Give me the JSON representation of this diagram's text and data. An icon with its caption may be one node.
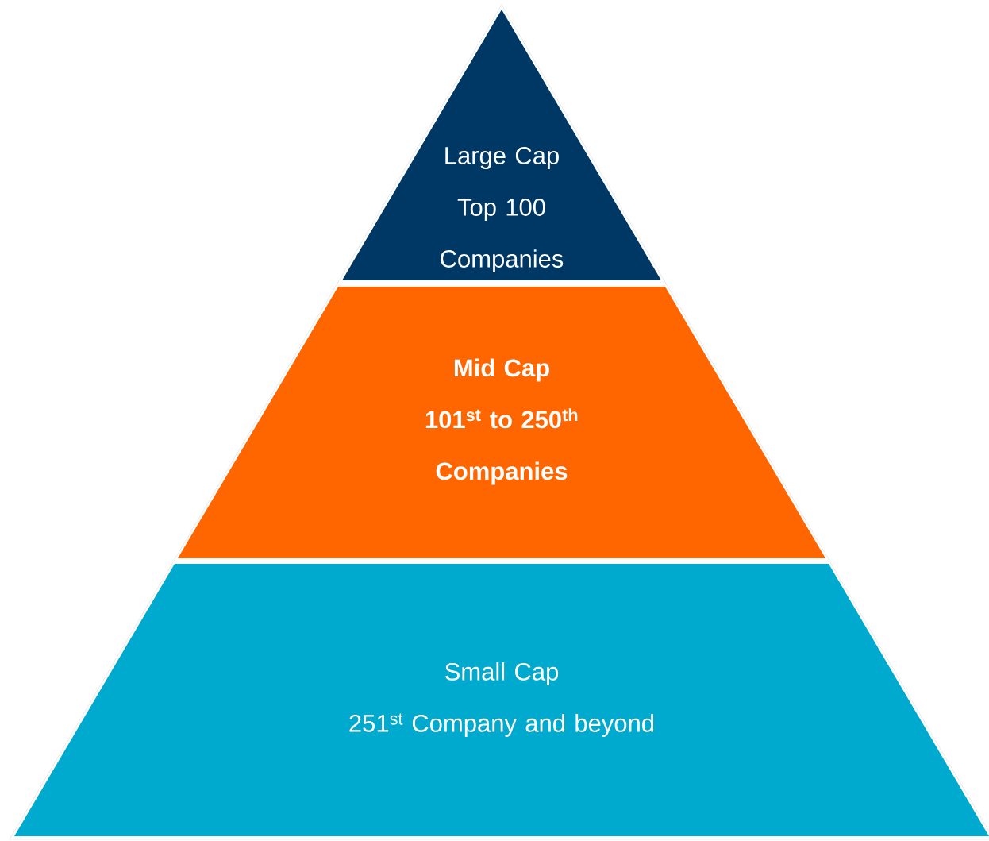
{
  "diagram": {
    "nodes": [
      {
        "text": [
          "Large Cap",
          "Top 100 Companies"
        ]
      },
      {
        "text": [
          "Mid Cap",
          "101$^{st}$ to 250$^{th}$ Companies"
        ]
      },
      {
        "text": [
          "Small Cap",
          "251$^{st}$ Company and beyond"
        ]
      }
    ]
  }
}
